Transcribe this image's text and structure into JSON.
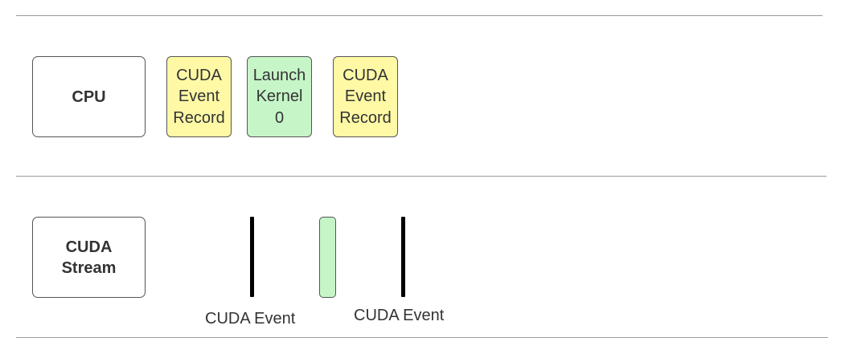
{
  "lanes": {
    "cpu": {
      "label": "CPU"
    },
    "stream": {
      "label": "CUDA\nStream"
    }
  },
  "cpu_blocks": [
    {
      "label": "CUDA\nEvent\nRecord",
      "kind": "event",
      "color": "#fff9a6"
    },
    {
      "label": "Launch\nKernel\n0",
      "kind": "kernel",
      "color": "#c6f5c8"
    },
    {
      "label": "CUDA\nEvent\nRecord",
      "kind": "event",
      "color": "#fff9a6"
    }
  ],
  "stream_items": [
    {
      "kind": "event-marker",
      "caption": "CUDA Event"
    },
    {
      "kind": "kernel-execution"
    },
    {
      "kind": "event-marker",
      "caption": "CUDA Event"
    }
  ],
  "colors": {
    "event_fill": "#fff9a6",
    "kernel_fill": "#c6f5c8",
    "divider": "#9a9a9a",
    "marker": "#000000"
  }
}
